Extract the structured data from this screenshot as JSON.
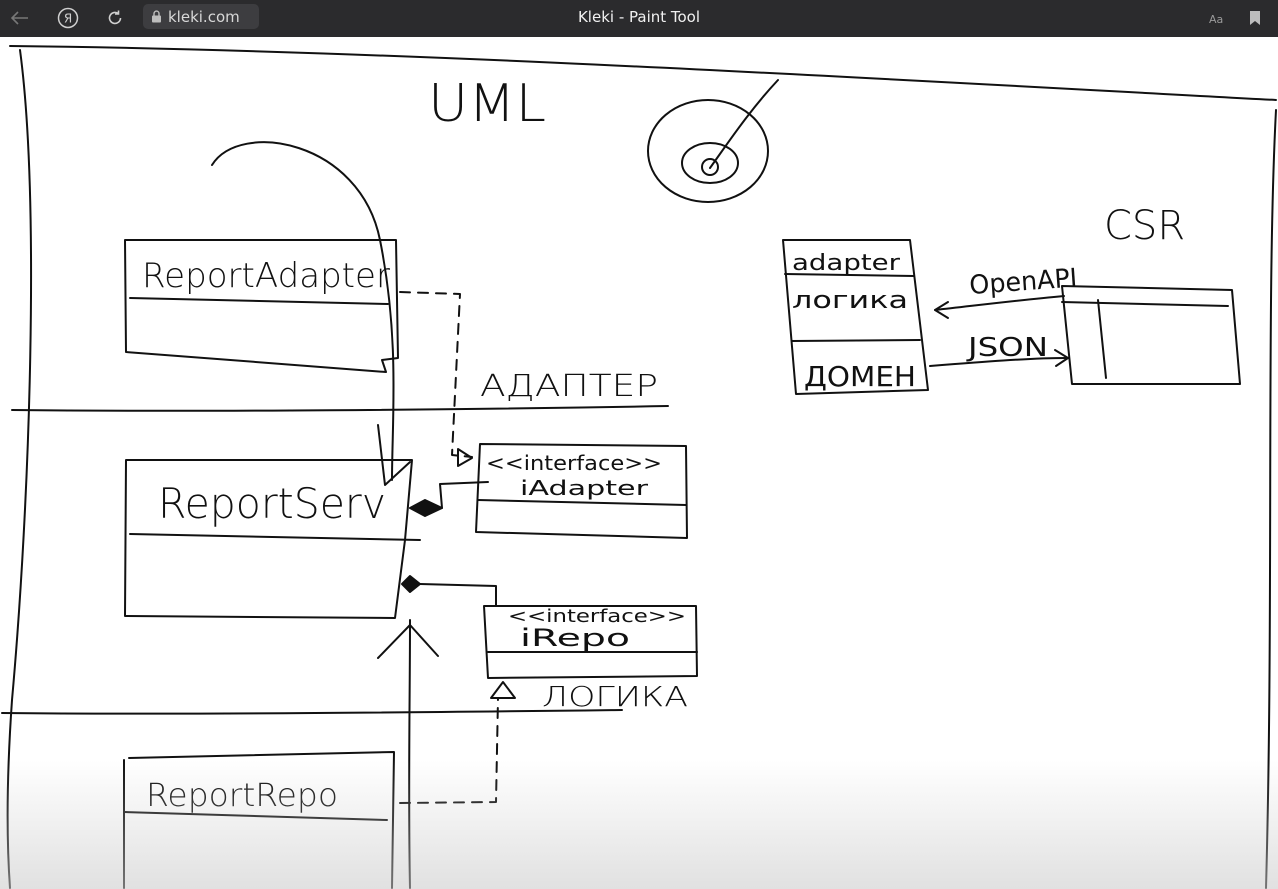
{
  "browser": {
    "url": "kleki.com",
    "window_title": "Kleki - Paint Tool",
    "icons": [
      "back-arrow-icon",
      "yandex-logo-icon",
      "reload-icon",
      "lock-icon",
      "translate-icon",
      "bookmark-icon"
    ]
  },
  "drawing": {
    "title": "UML",
    "csr_label": "CSR",
    "layer_adapter": "АДАПТЕР",
    "layer_logic": "ЛОГИКА",
    "report_adapter": "ReportAdapter",
    "report_serv": "ReportServ",
    "report_repo": "ReportRepo",
    "iadapter_stereotype": "<<interface>>",
    "iadapter_name": "iAdapter",
    "irepo_stereotype": "<<interface>>",
    "irepo_name": "iRepo",
    "adapter_box": "adapter",
    "logic_box": "логика",
    "domain_box": "ДОМЕН",
    "openapi_label": "OpenAPI",
    "json_label": "JSON"
  }
}
